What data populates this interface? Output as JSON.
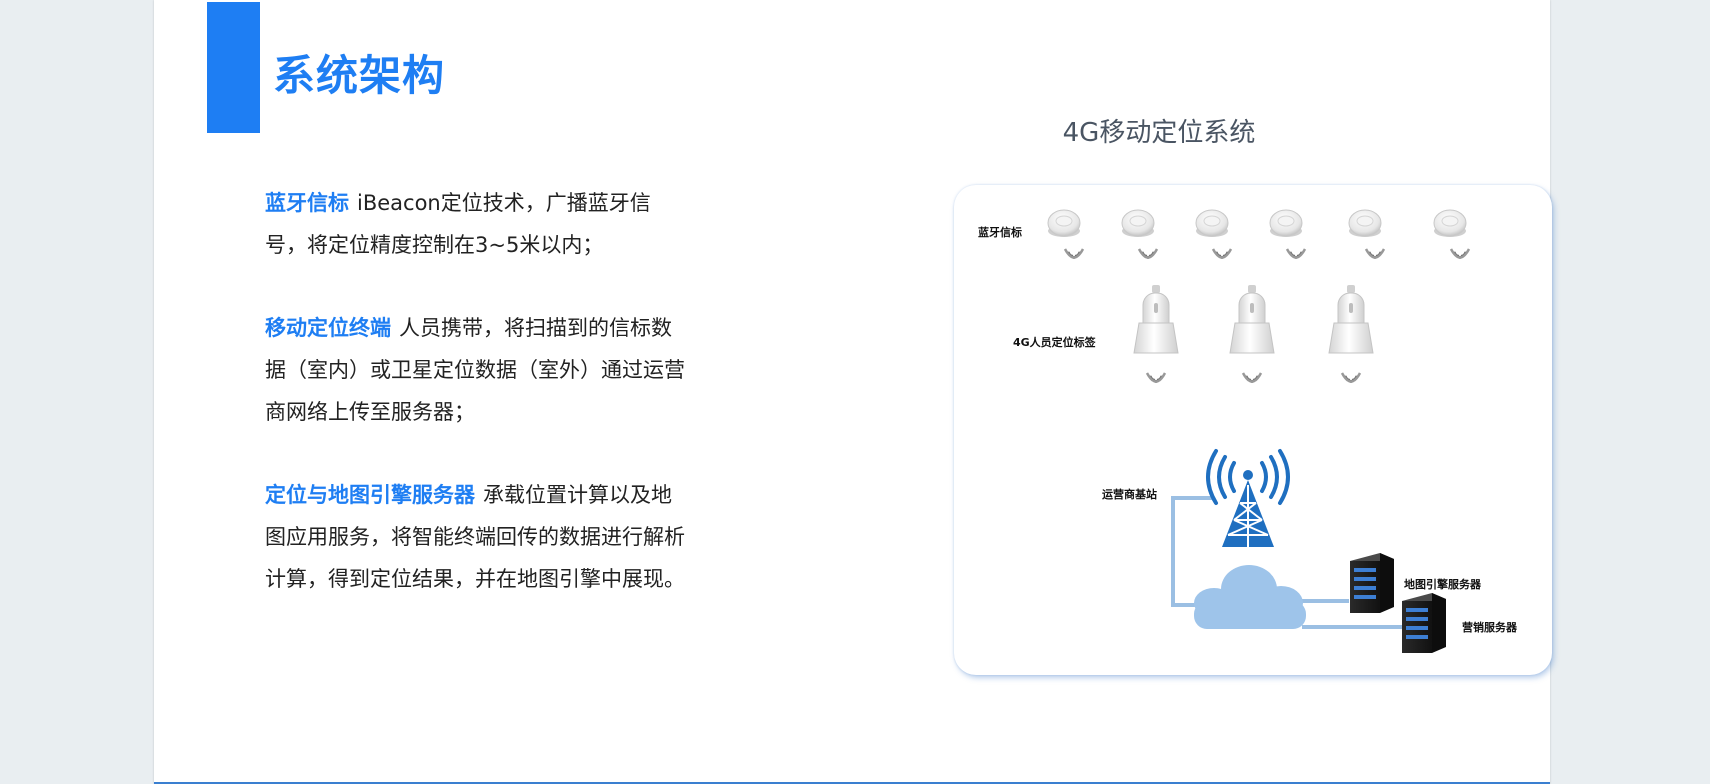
{
  "page": {
    "title": "系统架构"
  },
  "paragraphs": [
    {
      "term": "蓝牙信标",
      "text": "iBeacon定位技术，广播蓝牙信号，将定位精度控制在3~5米以内；"
    },
    {
      "term": "移动定位终端",
      "text": "人员携带，将扫描到的信标数据（室内）或卫星定位数据（室外）通过运营商网络上传至服务器；"
    },
    {
      "term": "定位与地图引擎服务器",
      "text": "承载位置计算以及地图应用服务，将智能终端回传的数据进行解析计算，得到定位结果，并在地图引擎中展现。"
    }
  ],
  "diagram": {
    "title": "4G移动定位系统",
    "labels": {
      "beacon": "蓝牙信标",
      "tag": "4G人员定位标签",
      "base_station": "运营商基站",
      "map_server": "地图引擎服务器",
      "marketing_server": "营销服务器"
    },
    "beacon_count": 6,
    "tag_count": 3
  },
  "colors": {
    "accent": "#1e7ef3",
    "text": "#222222",
    "tower": "#1f6fc0",
    "link": "#9bbfe3",
    "cloud": "#9ec4ea"
  }
}
